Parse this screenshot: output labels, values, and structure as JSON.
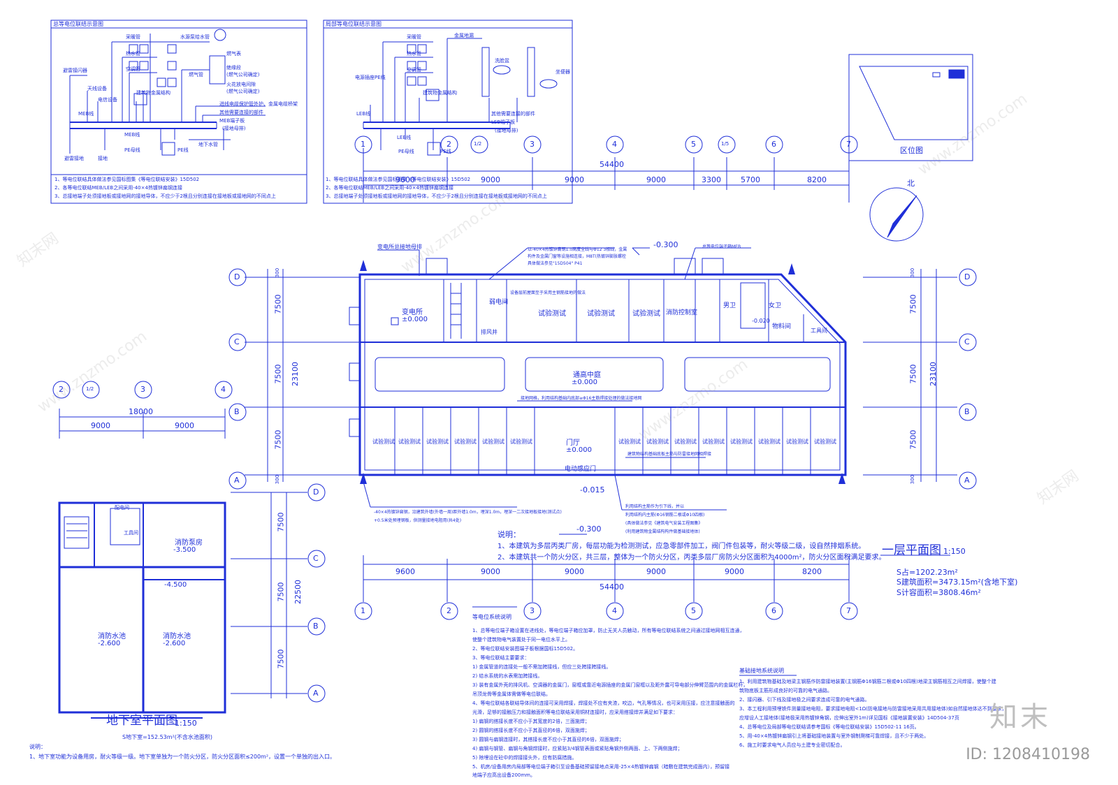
{
  "meb_panel": {
    "title": "总等电位联结示意图",
    "labels": [
      "采暖管",
      "水源泵给水管",
      "热水管",
      "燃气表",
      "空调管",
      "绝缘段",
      "(燃气公司确定)",
      "燃气管",
      "火花放电间隙",
      "(燃气公司确定)",
      "避雷接闪器",
      "天线设备",
      "电信设备",
      "建筑物金属结构",
      "MEB线",
      "进线电缆保护管外护、金属电缆桥架",
      "其他需要连接的部件",
      "MEB端子板",
      "(接地母排)",
      "MEB线",
      "PE母线",
      "PE线",
      "地下水管",
      "避雷接地",
      "接地"
    ],
    "notes": [
      "1、等电位联结具体做法参见国标图集《等电位联结安装》15D502",
      "2、各等电位联结MEB/LEB之间采用-40×4热镀锌扁钢连接",
      "3、总接地端子处须接地板或接地网的接地导体，不应少于2根且分别连接在接地板或接地网的不同点上"
    ]
  },
  "leb_panel": {
    "title": "局部等电位联结示意图",
    "labels": [
      "采暖管",
      "金属地漏",
      "热水管",
      "洗脸盆",
      "空调管",
      "坐便器",
      "电源插座PE线",
      "建筑物金属结构",
      "LEB线",
      "其他需要连接的部件",
      "LEB端子板",
      "(接地母排)",
      "LEB线",
      "PE母线",
      "PE线"
    ],
    "notes": [
      "1、等电位联结具体做法参见国标图集《等电位联结安装》15D502",
      "2、各等电位联结MEB/LEB之间采用-40×4热镀锌扁钢连接",
      "3、总接地端子处须接地板或接地网的接地导体，不应少于2根且分别连接在接地板或接地网的不同点上"
    ]
  },
  "key_plan": {
    "label": "区位图"
  },
  "north": {
    "label": "北"
  },
  "first_floor": {
    "axes_top": [
      "1",
      "2",
      "1/2",
      "3",
      "4",
      "5",
      "1/5",
      "6",
      "7"
    ],
    "axes_bottom": [
      "1",
      "2",
      "3",
      "4",
      "5",
      "6",
      "7"
    ],
    "axes_rows": [
      "D",
      "C",
      "B",
      "A"
    ],
    "total_dim": "54400",
    "top_dims": [
      "9600",
      "9000",
      "9000",
      "9000",
      "3300",
      "5700",
      "8200"
    ],
    "bottom_dims": [
      "9600",
      "9000",
      "9000",
      "9000",
      "9000",
      "8200"
    ],
    "row_dims": [
      "300",
      "7500",
      "7500",
      "7500",
      "300"
    ],
    "row_total": "23100",
    "rooms": {
      "substation": "变电所",
      "substation_level": "±0.000",
      "weak_electric": "弱电间",
      "shaft": "排风井",
      "test_1": "试验测试",
      "test_2": "试验测试",
      "test_3": "试验测试",
      "fire_control": "消防控制室",
      "male_wc": "男卫",
      "female_wc": "女卫",
      "material": "物料间",
      "tools": "工具间",
      "atrium": "通高中庭",
      "atrium_level": "±0.000",
      "hall": "门厅",
      "hall_level": "±0.000",
      "elevator": "电动感应门",
      "tests_bottom": [
        "试验测试",
        "试验测试",
        "试验测试",
        "试验测试",
        "试验测试",
        "试验测试",
        "试验测试",
        "试验测试",
        "试验测试",
        "试验测试",
        "试验测试",
        "试验测试",
        "试验测试",
        "试验测试"
      ]
    },
    "levels": {
      "top": "-0.300",
      "entry": "-0.015",
      "below": "-0.300",
      "wc": "-0.020"
    },
    "leaders": {
      "l1": "变电所总接地母排",
      "l2": "以-40×4热镀锌扁钢1.0高度全线与Φ12 3根线，金属",
      "l3": "构件及金属门窗等设施相连接，M8T(热镀锌膨胀螺栓",
      "l4": "具体做法参见\"15D504\" P41",
      "l5": "总等电位端子箱MEB",
      "l6": "设备层前屋面至于采用主钢筋接地的做法",
      "l7": "接地网格，利用结构基础内底部≥Φ16主筋焊接处理的做法接地网",
      "l8": "-40×4热镀锌扁钢，沿建筑外墙(外墙一周)距外墙1.0m，埋深1.0m，埋深一二次接地板接地(测试点)",
      "l9": "+0.5米处预埋钢板，供测量接地电阻用(共4处)",
      "l10": "建筑物结构基础底板主筋与防雷接地网相焊接",
      "l11": "利用结构主筋作为引下线，并以",
      "l12": "利用结构内主筋(Φ16钢筋二根或Φ10四根)",
      "l13": "(具体做法参见《建筑电气安装工程图集》",
      "l14": "(利用建筑物金属结构构件做基础接地体)"
    },
    "title": "一层平面图",
    "scale": "1:150",
    "area_land": "S占=1202.23m²",
    "area_build": "S建筑面积=3473.15m²(含地下室)",
    "area_calc": "S计容面积=3808.46m²",
    "notes_head": "说明：",
    "notes": [
      "1、本建筑为多层丙类厂房，每层功能为检测测试，应急零部件加工，阀门件包装等，耐火等级二级，设自然排烟系统。",
      "2、本建筑共一个防火分区，共三层，整体为一个防火分区，丙类多层厂房防火分区面积为4000m²，防火分区面积满足要求。"
    ]
  },
  "basement": {
    "axes_top": [
      "2",
      "1/2",
      "3",
      "4"
    ],
    "axes_right": [
      "D",
      "C",
      "B",
      "A"
    ],
    "total_dim": "18000",
    "dims": [
      "9000",
      "9000"
    ],
    "row_dims": [
      "7500",
      "7500",
      "7500"
    ],
    "row_total": "22500",
    "rooms": {
      "pump": "消防泵房",
      "pump_level": "-3.500",
      "tool": "工具间",
      "water_1": "消防水池",
      "water_1_level": "-2.600",
      "water_2": "消防水池",
      "water_2_level": "-2.600",
      "mid_level": "-4.500",
      "dist": "配电间"
    },
    "title": "地下室平面图",
    "scale": "1:150",
    "area": "S地下室=152.53m²(不含水池面积)",
    "notes_head": "说明：",
    "notes": [
      "1、地下室功能为设备用房，耐火等级一级。地下室单独为一个防火分区，防火分区面积≤200m²，设置一个单独的出入口。"
    ]
  },
  "equipotential": {
    "title": "等电位系统说明",
    "lines": [
      "1、总等电位端子箱设置在进线处，等电位端子箱应加罩，防止无关人员触动，所有等电位联结系统之间通过接地网相互连通，",
      "使整个建筑物电气装置处于同一电位水平上。",
      "2、等电位联结安装图端子板根据国标15D502。",
      "3、等电位联结主要要求：",
      "1) 金属管道的连接处一般不需加跨接线，但应三处跨接跨接线。",
      "2) 给水系统的水表需加跨接线。",
      "3) 装有金属外壳的排风机、空调器的金属门，窗框或靠近电源插座的金属门窗框以及距外露可导电部分伸臂范围内的金属栏杆，",
      "吊顶龙骨等金属体需做等电位联结。",
      "4、等电位联结各联结导体间的连接可采用焊接，焊接处不应有夹渣，咬边，气孔等情况，也可采用压接，应注意接触面的",
      "光滑，足够的接触压力和接触面积等电位联结采用铜材连接时，应采用搭接焊并满足如下要求：",
      "1) 扁钢的搭接长度不应小于其宽度的2倍，三面施焊；",
      "2) 圆钢的搭接长度不应小于其直径的6倍，双面施焊；",
      "3) 圆钢与扁钢连接时，其搭接长度不应小于其直径的6倍，双面施焊；",
      "4) 扁钢与钢管、扁钢与角钢焊接时，应紧贴3/4钢管表面或紧贴角钢外侧两面、上、下两侧施焊；",
      "5) 除埋设在砼中的焊接接头外，应有防腐措施。",
      "5、机房/设备用房内局部等电位端子箱引至设备基础预留接地点采用-25×4热镀锌扁钢（暗敷在建筑完成面内），预留接",
      "地端子应高出设备200mm。"
    ]
  },
  "grounding": {
    "title": "基础接地系统说明",
    "lines": [
      "1、利用建筑物基础及地梁主钢筋作防雷接地装置(主钢筋Φ16钢筋二根或Φ10四根)地梁主钢筋相互之间焊接，使整个建",
      "筑物底板主筋形成良好的可靠的电气通路。",
      "2、接闪器、引下线及接地极之间要求连成可靠的电气通路。",
      "3、本工程利用预埋铁件测量接地电阻，要求接地电阻<1Ω(防电接地与防雷接地采用共用接地体)如自然接地体达不到要求，",
      "应增设人工接地体(接地极采用热镀锌角钢，应伸出室外1m)详见国标《接地装置安装》14D504-37页",
      "4、总等电位及局部等电位联结请参考国标《等电位联结安装》15D502-11 16页。",
      "5、用-40×4热镀锌扁钢引上将基础接地装置与室外钢制爬梯可靠焊接，且不少于两处。",
      "6、施工时要求电气人员应与土建专业密切配合。"
    ]
  },
  "watermark": {
    "brand": "知末",
    "id": "ID: 1208410198",
    "site": "www.znzmo.com",
    "site_cn": "知末网"
  }
}
